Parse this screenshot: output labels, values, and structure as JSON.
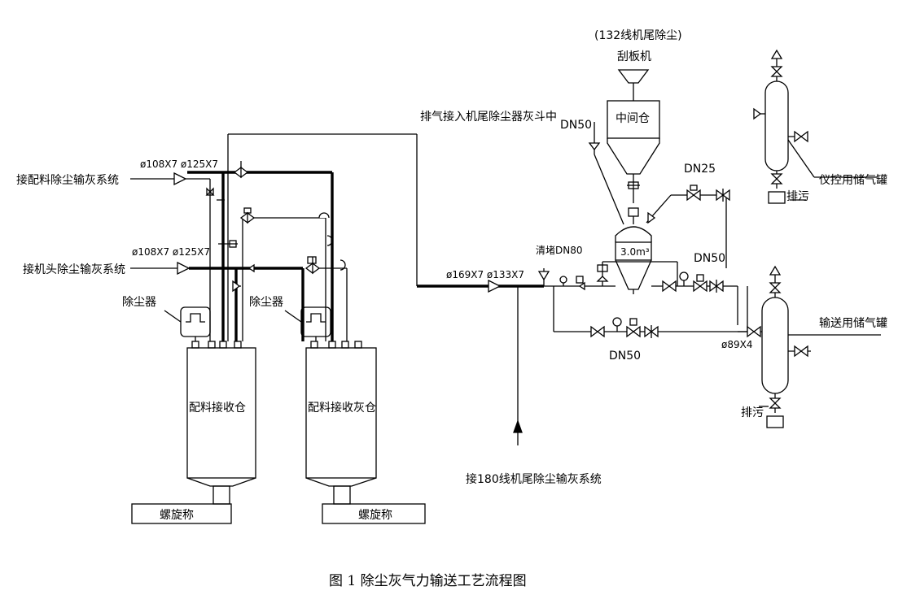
{
  "diagram": {
    "caption": "图 1   除尘灰气力输送工艺流程图",
    "labels": {
      "source_132": "(132线机尾除尘)",
      "scraper": "刮板机",
      "intermediate_bin": "中间仓",
      "exhaust_to_hopper": "排气接入机尾除尘器灰斗中",
      "dn50_top": "DN50",
      "dn25": "DN25",
      "dn50_right": "DN50",
      "dn50_bottom": "DN50",
      "purge_dn80": "清堵DN80",
      "pump_volume": "3.0m³",
      "pipe_169_133": "ø169X7 ø133X7",
      "pipe_89": "ø89X4",
      "pipe_top_left": "ø108X7 ø125X7",
      "pipe_mid_left": "ø108X7 ø125X7",
      "to_batching": "接配料除尘输灰系统",
      "to_head": "接机头除尘输灰系统",
      "dust_collector_1": "除尘器",
      "dust_collector_2": "除尘器",
      "bin_batching": "配料接收仓",
      "bin_ash": "配料接收灰仓",
      "scale_1": "螺旋称",
      "scale_2": "螺旋称",
      "to_180": "接180线机尾除尘输灰系统",
      "instr_tank": "仪控用储气罐",
      "conv_tank": "输送用储气罐",
      "drain_1": "排污",
      "drain_2": "排污"
    }
  }
}
